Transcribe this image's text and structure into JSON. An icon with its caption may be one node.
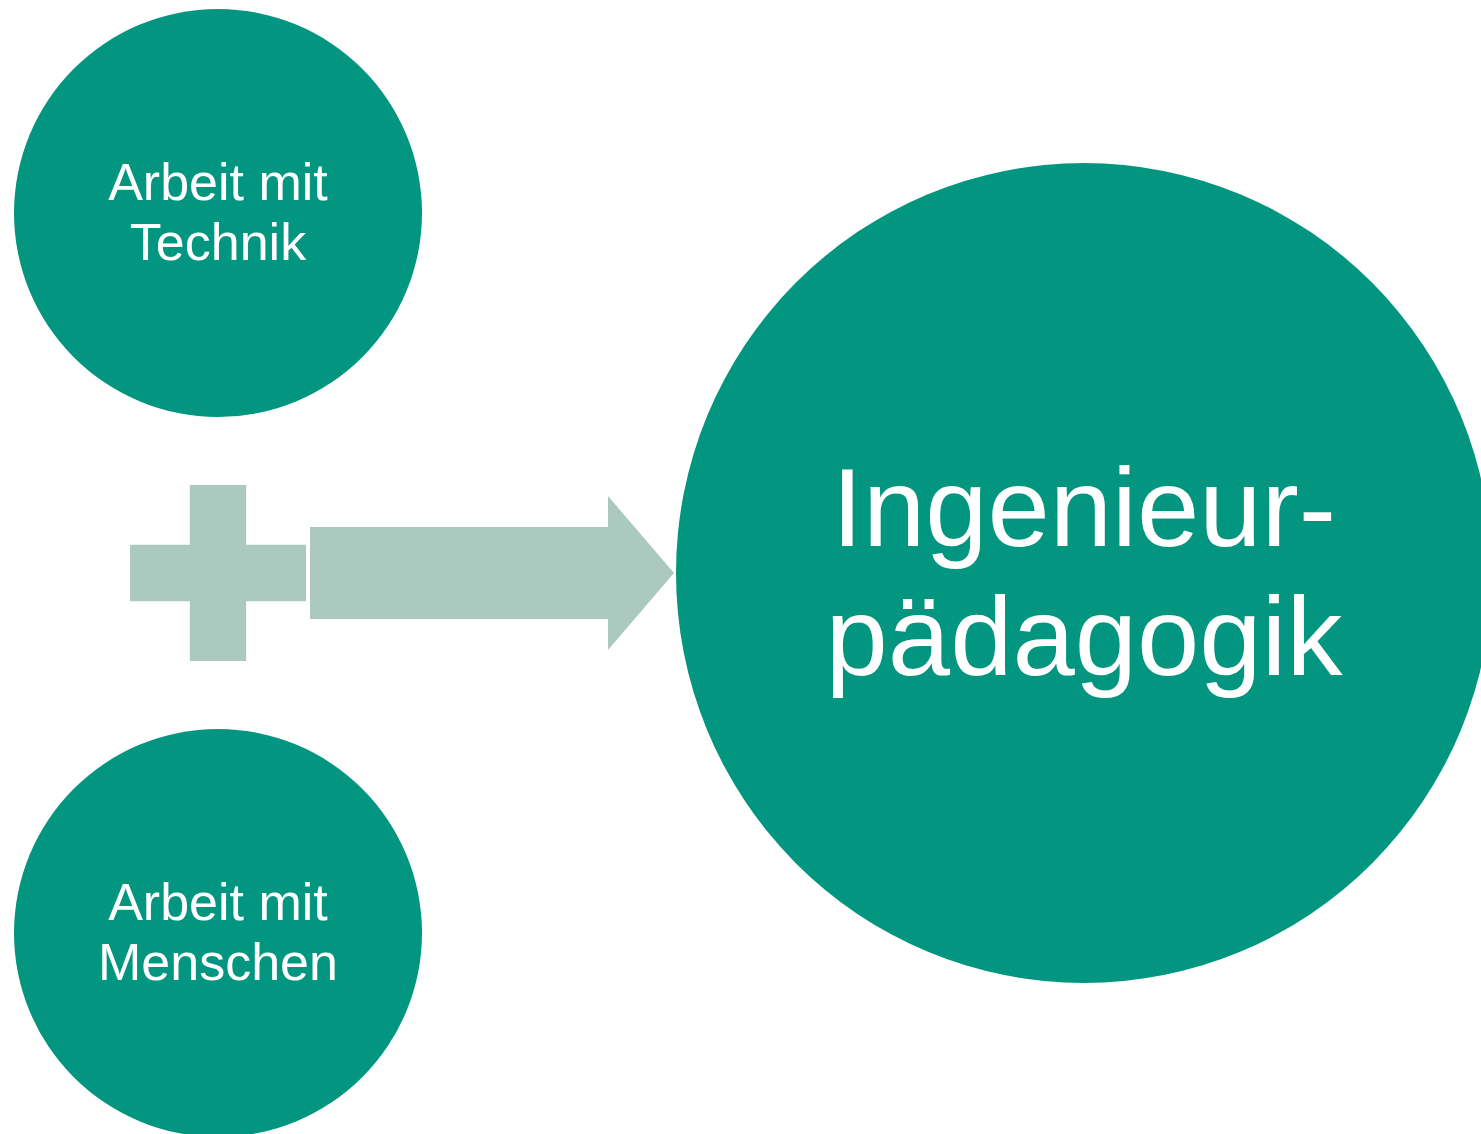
{
  "diagram": {
    "nodes": [
      {
        "text": [
          "Arbeit mit Technik"
        ]
      },
      {
        "text": [],
        "shape": "plus"
      },
      {
        "text": [
          "Arbeit mit Menschen"
        ]
      },
      {
        "text": [
          "Ingenieur- pädagogik"
        ]
      }
    ],
    "edges": [
      {
        "from": 1,
        "to": 3,
        "arrow": "to",
        "style": "thick"
      }
    ]
  }
}
